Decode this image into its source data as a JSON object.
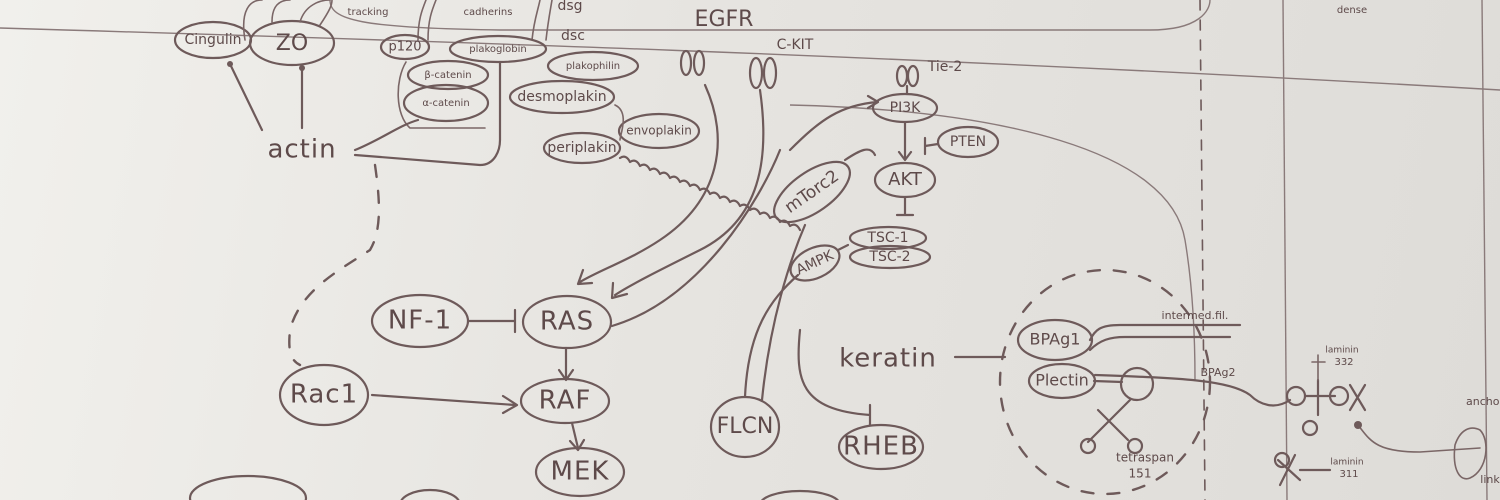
{
  "labels": {
    "cingulin": "Cingulin",
    "zo": "ZO",
    "p120": "p120",
    "plakoglobin": "plakoglobin",
    "plakophilin": "plakophilin",
    "beta_catenin": "β-catenin",
    "alpha_catenin": "α-catenin",
    "desmoplakin": "desmoplakin",
    "envoplakin": "envoplakin",
    "periplakin": "periplakin",
    "actin": "actin",
    "dsc": "dsc",
    "dsg": "dsg",
    "tracking": "tracking",
    "cadherins": "cadherins",
    "egfr": "EGFR",
    "ckit": "C-KIT",
    "tie2": "Tie-2",
    "pi3k": "PI3K",
    "pten": "PTEN",
    "akt": "AKT",
    "mtorc2": "mTorc2",
    "tsc1": "TSC-1",
    "tsc2": "TSC-2",
    "ampk": "AMPK",
    "nf1": "NF-1",
    "ras": "RAS",
    "raf": "RAF",
    "mek": "MEK",
    "rac1": "Rac1",
    "keratin": "keratin",
    "flcn": "FLCN",
    "rheb": "RHEB",
    "bpag1": "BPAg1",
    "plectin": "Plectin",
    "intermediate": "intermed.fil.",
    "bpag2": "BPAg2",
    "tetraspan": "tetraspan",
    "tetraspan_num": "151",
    "laminin332": "laminin",
    "laminin332_num": "332",
    "laminin311": "laminin",
    "laminin311_num": "311",
    "dense": "dense",
    "anchoring": "anchor",
    "link": "link"
  }
}
